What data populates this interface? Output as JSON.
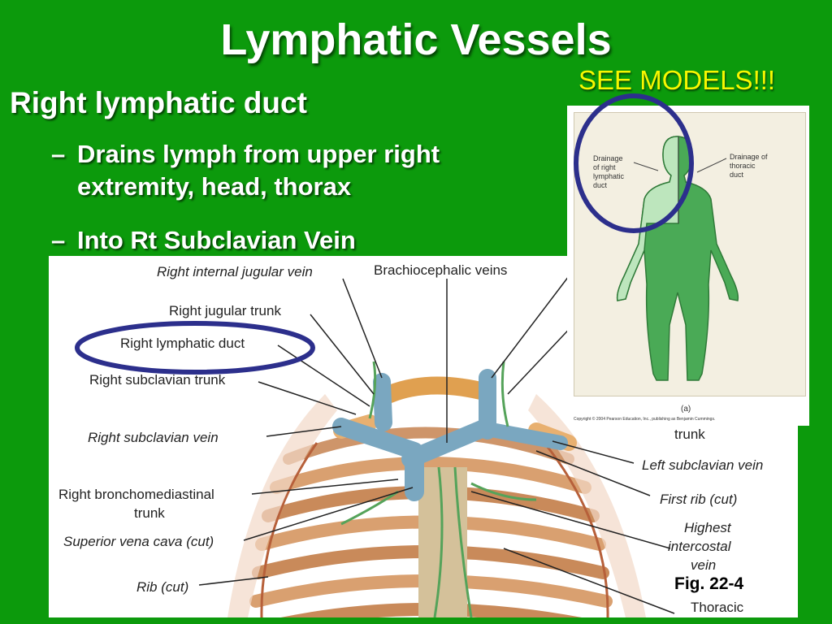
{
  "slide": {
    "title": "Lymphatic Vessels",
    "callout": "SEE MODELS!!!",
    "bullet": "Right lymphatic duct",
    "sub_bullets": [
      {
        "dash": "–",
        "line1": "Drains lymph from upper right",
        "line2": "extremity, head, thorax"
      },
      {
        "dash": "–",
        "line1": "Into Rt Subclavian Vein"
      }
    ],
    "figure_caption": "Fig. 22-4"
  },
  "anatomy_labels": {
    "right_internal_jugular_vein": "Right internal jugular vein",
    "brachiocephalic_veins": "Brachiocephalic veins",
    "right_jugular_trunk": "Right jugular trunk",
    "right_lymphatic_duct": "Right lymphatic duct",
    "right_subclavian_trunk": "Right subclavian trunk",
    "right_subclavian_vein": "Right subclavian vein",
    "right_bronchomediastinal_1": "Right bronchomediastinal",
    "right_bronchomediastinal_2": "trunk",
    "superior_vena_cava": "Superior vena cava (cut)",
    "rib_cut": "Rib (cut)",
    "trunk": "trunk",
    "left_subclavian_vein": "Left subclavian vein",
    "first_rib": "First rib (cut)",
    "highest_1": "Highest",
    "highest_2": "intercostal",
    "highest_3": "vein",
    "thoracic": "Thoracic"
  },
  "body_figure": {
    "drain_right": [
      "Drainage",
      "of right",
      "lymphatic",
      "duct"
    ],
    "drain_thoracic": [
      "Drainage of",
      "thoracic",
      "duct"
    ],
    "panel": "(a)",
    "copyright": "Copyright © 2004 Pearson Education, Inc., publishing as Benjamin Cummings."
  },
  "colors": {
    "background": "#0c9a0c",
    "callout": "#f7f700",
    "highlight_ring": "#2c2f8c",
    "vein": "#7aa7c0",
    "lymph": "#55a35a"
  }
}
